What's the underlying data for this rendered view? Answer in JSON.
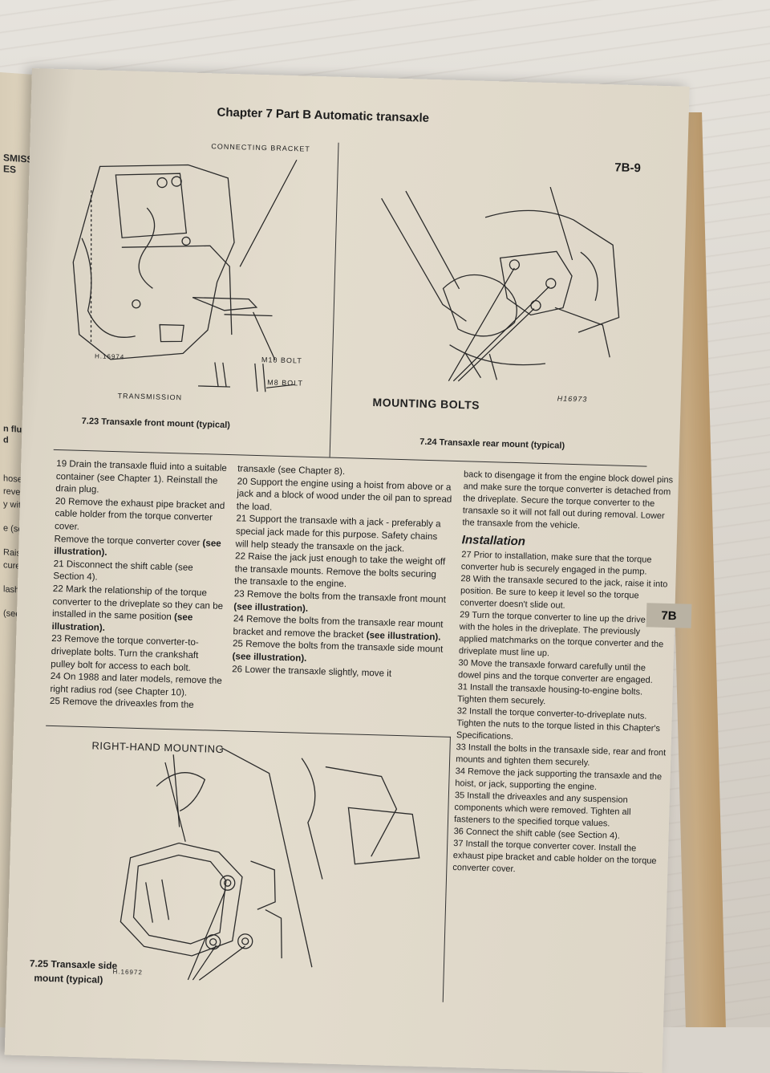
{
  "header": {
    "chapter": "Chapter 7  Part B  Automatic transaxle",
    "page_number": "7B-9"
  },
  "side_tab": "7B",
  "left_page_fragments": [
    "SMISSION",
    "ES",
    "n fluid,",
    "d",
    "hoses",
    "revent",
    "y with",
    "e (see",
    "Raise",
    "curely",
    "lash",
    "(see"
  ],
  "figures": {
    "fig723": {
      "caption": "7.23 Transaxle front mount (typical)",
      "callouts": {
        "connecting_bracket": "CONNECTING BRACKET",
        "m10": "M10 BOLT",
        "m8": "M8 BOLT",
        "transmission": "TRANSMISSION",
        "code": "H.16974"
      }
    },
    "fig724": {
      "caption": "7.24 Transaxle rear mount (typical)",
      "callouts": {
        "mounting_bolts": "MOUNTING BOLTS",
        "code": "H16973"
      }
    },
    "fig725": {
      "caption_line1": "7.25 Transaxle side",
      "caption_line2": "mount (typical)",
      "callouts": {
        "right_hand": "RIGHT-HAND MOUNTING",
        "code": "H.16972"
      }
    }
  },
  "text": {
    "col1": {
      "p19": "19 Drain the transaxle fluid into a suitable container (see Chapter 1). Reinstall the drain plug.",
      "p20a": "20 Remove the exhaust pipe bracket and cable holder from the torque converter cover.",
      "p20b": "Remove the torque converter cover",
      "p20c": "(see illustration).",
      "p21": "21 Disconnect the shift cable (see Section 4).",
      "p22a": "22 Mark the relationship of the torque converter to the driveplate so they can be installed in the same position",
      "p22b": "(see illustration).",
      "p23": "23 Remove the torque converter-to-driveplate bolts. Turn the crankshaft pulley bolt for access to each bolt.",
      "p24": "24 On 1988 and later models, remove the right radius rod (see Chapter 10).",
      "p25": "25 Remove the driveaxles from the"
    },
    "col2": {
      "p0": "transaxle (see Chapter 8).",
      "p20": "20 Support the engine using a hoist from above or a jack and a block of wood under the oil pan to spread the load.",
      "p21": "21 Support the transaxle with a jack - preferably a special jack made for this purpose. Safety chains will help steady the transaxle on the jack.",
      "p22": "22 Raise the jack just enough to take the weight off the transaxle mounts. Remove the bolts securing the transaxle to the engine.",
      "p23a": "23 Remove the bolts from the transaxle front mount",
      "p23b": "(see illustration).",
      "p24a": "24 Remove the bolts from the transaxle rear mount bracket and remove the bracket",
      "p24b": "(see illustration).",
      "p25a": "25 Remove the bolts from the transaxle side mount",
      "p25b": "(see illustration).",
      "p26": "26 Lower the transaxle slightly, move it"
    },
    "col3": {
      "p0": "back to disengage it from the engine block dowel pins and make sure the torque converter is detached from the driveplate. Secure the torque converter to the transaxle so it will not fall out during removal. Lower the transaxle from the vehicle.",
      "installation": "Installation",
      "p27": "27 Prior to installation, make sure that the torque converter hub is securely engaged in the pump.",
      "p28": "28 With the transaxle secured to the jack, raise it into position. Be sure to keep it level so the torque converter doesn't slide out.",
      "p29": "29 Turn the torque converter to line up the drive studs with the holes in the driveplate. The previously applied matchmarks on the torque converter and the driveplate must line up.",
      "p30": "30 Move the transaxle forward carefully until the dowel pins and the torque converter are engaged.",
      "p31": "31 Install the transaxle housing-to-engine bolts. Tighten them securely.",
      "p32": "32 Install the torque converter-to-driveplate nuts. Tighten the nuts to the torque listed in this Chapter's Specifications.",
      "p33": "33 Install the bolts in the transaxle side, rear and front mounts and tighten them securely.",
      "p34": "34 Remove the jack supporting the transaxle and the hoist, or jack, supporting the engine.",
      "p35": "35 Install the driveaxles and any suspension components which were removed. Tighten all fasteners to the specified torque values.",
      "p36": "36 Connect the shift cable (see Section 4).",
      "p37": "37 Install the torque converter cover. Install the exhaust pipe bracket and cable holder on the torque converter cover."
    }
  }
}
